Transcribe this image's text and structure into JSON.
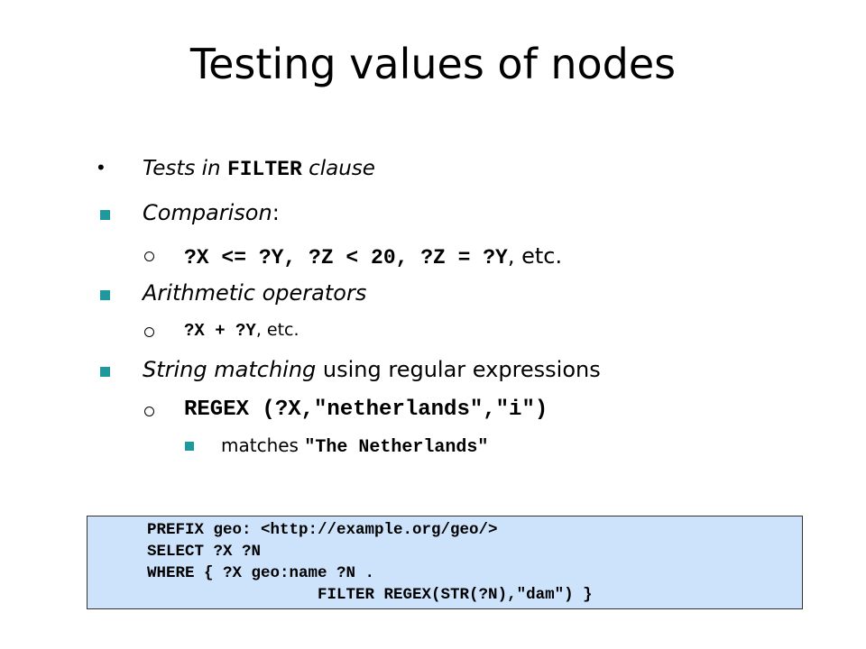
{
  "slide": {
    "title": "Testing values of nodes",
    "accent_color": "#1e9a9f",
    "bullets": {
      "tests_prefix": "Tests in ",
      "tests_keyword": "FILTER",
      "tests_suffix": " clause",
      "comparison_label": "Comparison",
      "comparison_colon": ":",
      "comparison_code": "?X <= ?Y, ?Z < 20, ?Z = ?Y",
      "comparison_etc": ", etc.",
      "arith_label": "Arithmetic operators",
      "arith_code": "?X + ?Y",
      "arith_etc": ", etc.",
      "string_label": "String matching",
      "string_suffix": " using regular expressions",
      "regex_code": "REGEX (?X,\"netherlands\",\"i\")",
      "matches_prefix": "matches ",
      "matches_code": "\"The Netherlands\""
    },
    "code_block": "PREFIX geo: <http://example.org/geo/>\nSELECT ?X ?N\nWHERE { ?X geo:name ?N .\n                  FILTER REGEX(STR(?N),\"dam\") }"
  }
}
